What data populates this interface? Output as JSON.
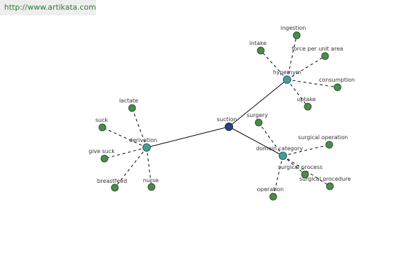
{
  "watermark": "http://www.artikata.com",
  "colors": {
    "root_node": "#2b3f80",
    "hub_node": "#4b9a9a",
    "leaf_node": "#4c8a4c",
    "background": "#ffffff"
  },
  "graph": {
    "root": "suction",
    "hubs": [
      {
        "label": "hypernym",
        "children": [
          "intake",
          "ingestion",
          "force per unit area",
          "consumption",
          "uptake"
        ]
      },
      {
        "label": "derivation",
        "children": [
          "lactate",
          "suck",
          "give suck",
          "breastfeed",
          "nurse"
        ]
      },
      {
        "label": "domain category",
        "children": [
          "surgery",
          "surgical operation",
          "surgical process",
          "surgical procedure",
          "operation"
        ]
      }
    ]
  }
}
